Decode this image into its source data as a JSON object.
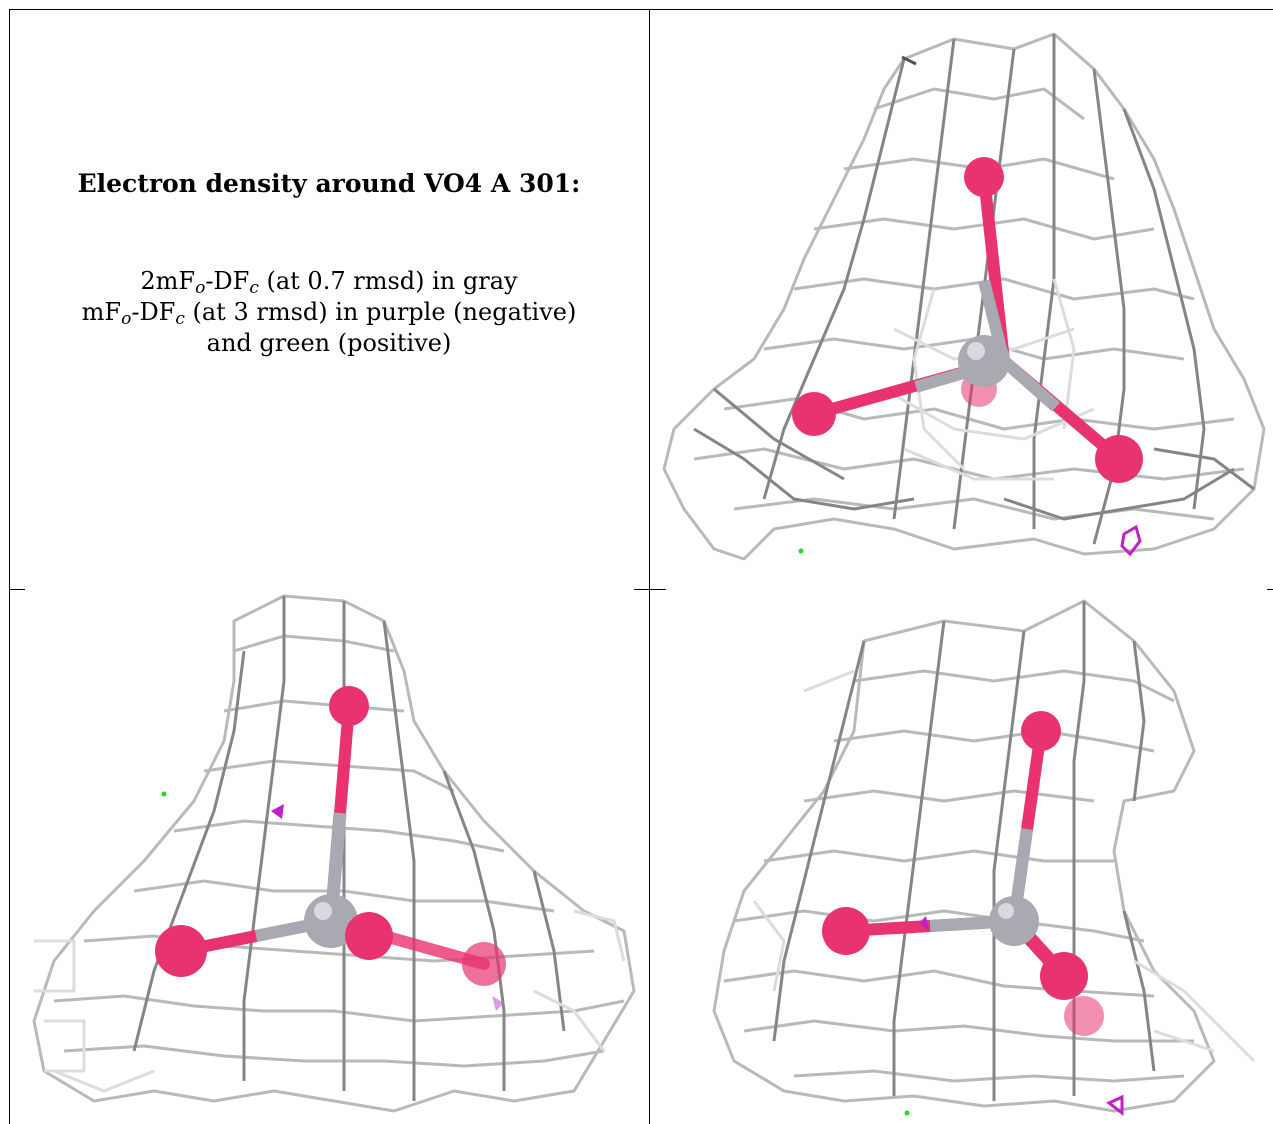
{
  "caption": {
    "title": "Electron density around VO4 A 301:",
    "line1_prefix": "2mF",
    "line1_sub1": "o",
    "line1_mid": "-DF",
    "line1_sub2": "c",
    "line1_suffix": " (at 0.7 rmsd) in gray",
    "line2_prefix": "mF",
    "line2_sub1": "o",
    "line2_mid": "-DF",
    "line2_sub2": "c",
    "line2_suffix": " (at 3 rmsd) in purple (negative)",
    "line3": "and green (positive)"
  },
  "colors": {
    "mesh_gray": "#b9b9b9",
    "mesh_dark": "#858585",
    "oxygen": "#e8336f",
    "vanadium": "#a9a9b2",
    "negative_density": "#c020c8",
    "positive_density": "#22dd22"
  }
}
